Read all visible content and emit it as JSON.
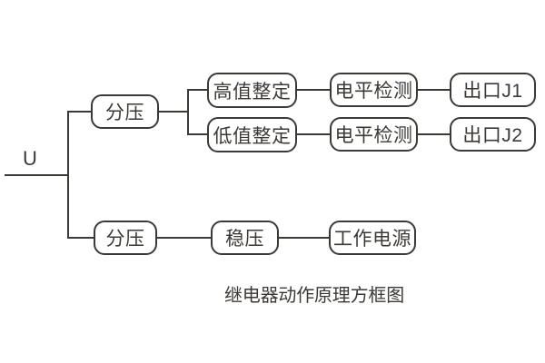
{
  "colors": {
    "bg": "#ffffff",
    "box_bg": "#ffffff",
    "line": "#3d3936",
    "text": "#3d3936"
  },
  "diagram": {
    "input_label": "U",
    "caption": "继电器动作原理方框图",
    "nodes": {
      "fenya_top": "分压",
      "gaozhi_zhengding": "高值整定",
      "dianping_jiance_1": "电平检测",
      "chukou_j1": "出口J1",
      "dizhi_zhengding": "低值整定",
      "dianping_jiance_2": "电平检测",
      "chukou_j2": "出口J2",
      "fenya_bottom": "分压",
      "wenya": "稳压",
      "gongzuo_dianyuan": "工作电源"
    }
  }
}
